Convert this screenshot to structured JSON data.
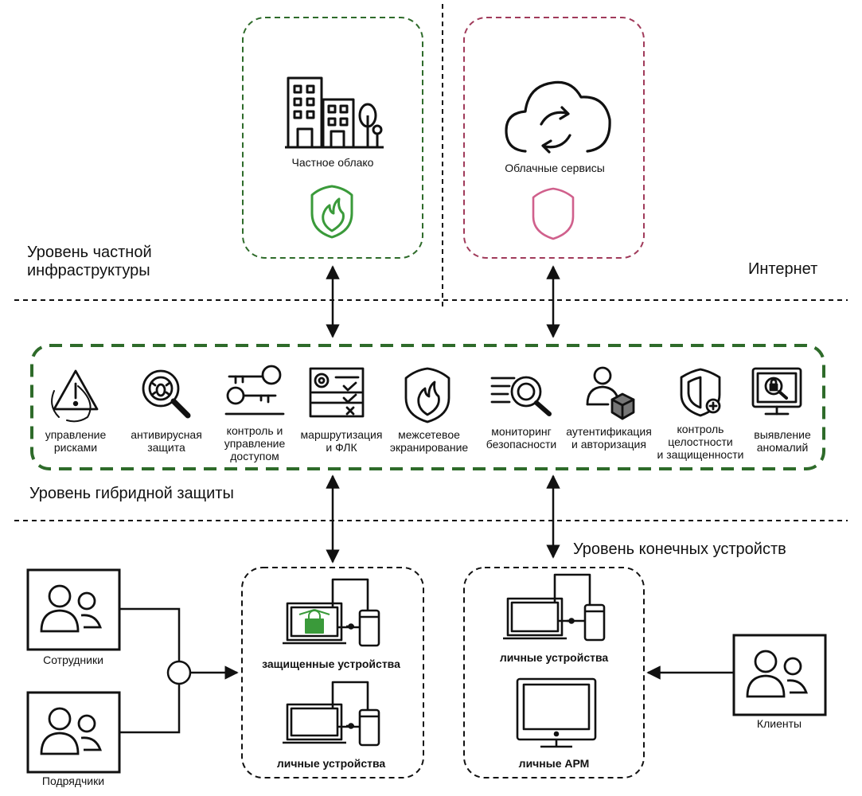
{
  "zones": {
    "private_infra": "Уровень частной\nинфраструктуры",
    "internet": "Интернет",
    "hybrid": "Уровень гибридной защиты",
    "endpoint": "Уровень конечных устройств"
  },
  "clouds": {
    "private": "Частное облако",
    "services": "Облачные сервисы"
  },
  "tools": [
    {
      "label": "управление\nрисками",
      "icon": "risk-warning-icon"
    },
    {
      "label": "антивирусная\nзащита",
      "icon": "antivirus-magnifier-icon"
    },
    {
      "label": "контроль и\nуправление\nдоступом",
      "icon": "keys-icon"
    },
    {
      "label": "маршрутизация\nи ФЛК",
      "icon": "checklist-gear-icon"
    },
    {
      "label": "межсетевое\nэкранирование",
      "icon": "firewall-shield-icon"
    },
    {
      "label": "мониторинг\nбезопасности",
      "icon": "monitoring-magnifier-icon"
    },
    {
      "label": "аутентификация\nи авторизация",
      "icon": "user-key-icon"
    },
    {
      "label": "контроль\nцелостности\nи защищенности",
      "icon": "integrity-shield-icon"
    },
    {
      "label": "выявление\nаномалий",
      "icon": "anomaly-monitor-icon"
    }
  ],
  "groups": {
    "employees": "Сотрудники",
    "contractors": "Подрядчики",
    "clients": "Клиенты"
  },
  "devices": {
    "protected": "защищенные устройства",
    "personal_left": "личные устройства",
    "personal_right": "личные устройства",
    "workstations": "личные АРМ"
  },
  "colors": {
    "green": "#2e6b2a",
    "crimson": "#a03a5a",
    "icon_green": "#3a9a3a",
    "icon_pink": "#d0608c",
    "ink": "#111111"
  }
}
